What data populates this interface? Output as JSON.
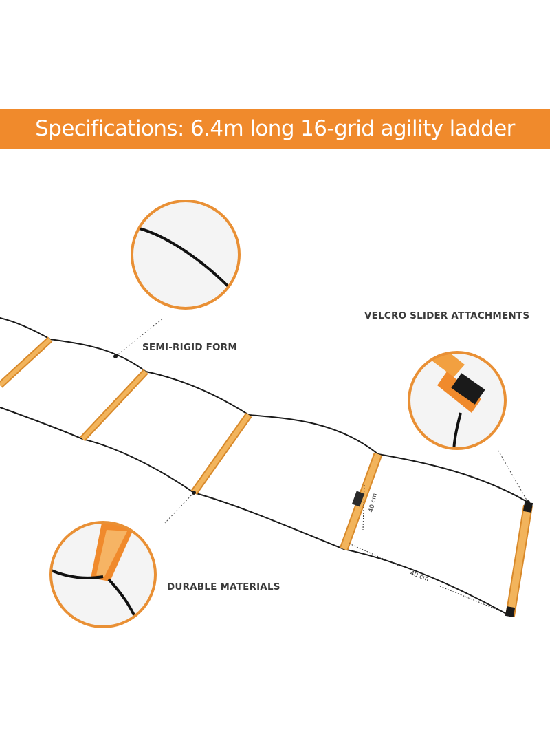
{
  "banner": {
    "title": "Specifications: 6.4m long 16-grid agility ladder"
  },
  "callouts": {
    "semi_rigid": "SEMI-RIGID FORM",
    "velcro": "VELCRO SLIDER ATTACHMENTS",
    "durable": "DURABLE MATERIALS"
  },
  "dimensions": {
    "height": "40 cm",
    "width": "40 cm"
  },
  "colors": {
    "accent": "#f08a2c",
    "rung": "#eea545",
    "cord": "#1a1a1a"
  }
}
